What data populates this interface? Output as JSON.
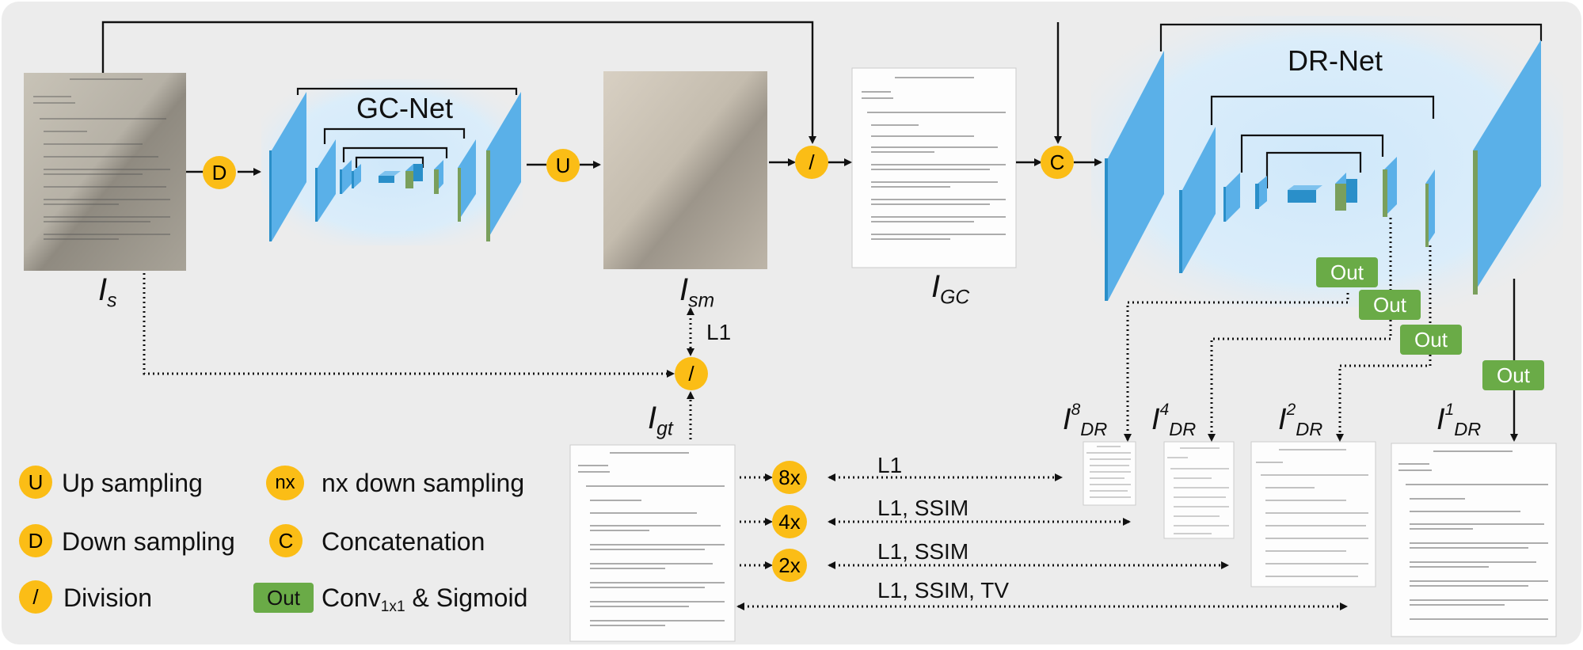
{
  "networks": {
    "gc_net": "GC-Net",
    "dr_net": "DR-Net"
  },
  "operators": {
    "downsample": "D",
    "upsample": "U",
    "division": "/",
    "concat": "C",
    "out": "Out",
    "scale_8x": "8x",
    "scale_4x": "4x",
    "scale_2x": "2x"
  },
  "variables": {
    "i_s": {
      "base": "I",
      "sub": "s"
    },
    "i_sm": {
      "base": "I",
      "sub": "sm"
    },
    "i_gc": {
      "base": "I",
      "sub": "GC"
    },
    "i_gt": {
      "base": "I",
      "sub": "gt"
    },
    "i_dr8": {
      "base": "I",
      "sup": "8",
      "sub": "DR"
    },
    "i_dr4": {
      "base": "I",
      "sup": "4",
      "sub": "DR"
    },
    "i_dr2": {
      "base": "I",
      "sup": "2",
      "sub": "DR"
    },
    "i_dr1": {
      "base": "I",
      "sup": "1",
      "sub": "DR"
    }
  },
  "losses": {
    "l1_sm": "L1",
    "l1_8x": "L1",
    "l1_ssim_4x": "L1, SSIM",
    "l1_ssim_2x": "L1, SSIM",
    "l1_ssim_tv": "L1, SSIM, TV"
  },
  "legend": {
    "u_symbol": "U",
    "u_text": "Up sampling",
    "d_symbol": "D",
    "d_text": "Down sampling",
    "div_symbol": "/",
    "div_text": "Division",
    "nx_symbol": "nx",
    "nx_text": "nx down sampling",
    "c_symbol": "C",
    "c_text": "Concatenation",
    "out_symbol": "Out",
    "conv_text": "Conv",
    "conv_sub": "1x1",
    "conv_suffix": " & Sigmoid"
  },
  "colors": {
    "operator": "#fbbd16",
    "out_box": "#6aab47",
    "block_blue": "#5ab0e8",
    "block_dark": "#2a8fc9",
    "block_green": "#7a9f5c",
    "panel_bg": "#ececec",
    "glow": "#bfe0f7"
  }
}
